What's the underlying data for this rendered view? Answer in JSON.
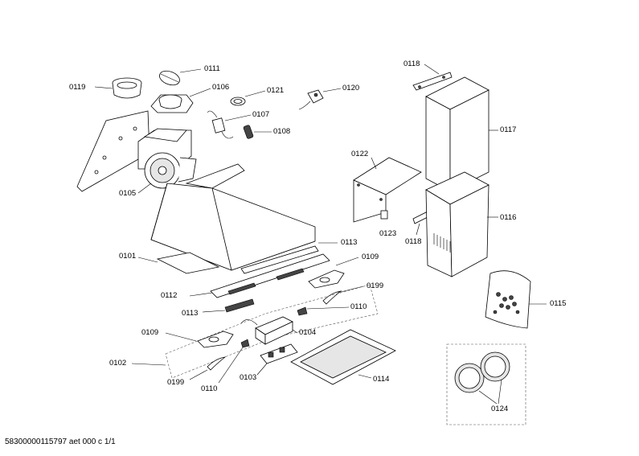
{
  "labels": {
    "p0111": "0111",
    "p0106": "0106",
    "p0119": "0119",
    "p0121": "0121",
    "p0120": "0120",
    "p0107": "0107",
    "p0108": "0108",
    "p0105": "0105",
    "p0118a": "0118",
    "p0117": "0117",
    "p0122": "0122",
    "p0116": "0116",
    "p0123": "0123",
    "p0118b": "0118",
    "p0101": "0101",
    "p0113a": "0113",
    "p0109a": "0109",
    "p0112": "0112",
    "p0199a": "0199",
    "p0113b": "0113",
    "p0110a": "0110",
    "p0115": "0115",
    "p0109b": "0109",
    "p0104": "0104",
    "p0102": "0102",
    "p0114": "0114",
    "p0199b": "0199",
    "p0110b": "0110",
    "p0103": "0103",
    "p0124": "0124"
  },
  "footer": "58300000115797 aet 000 c 1/1"
}
